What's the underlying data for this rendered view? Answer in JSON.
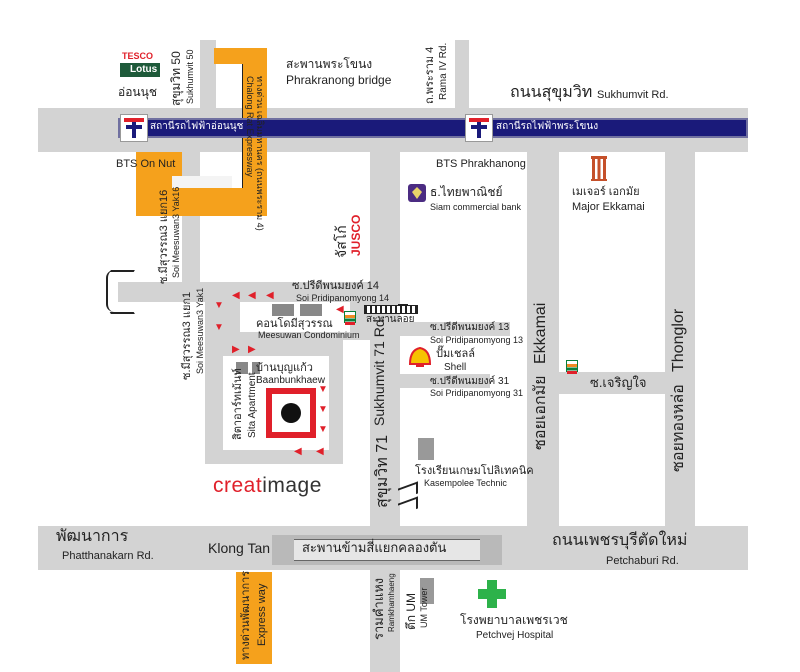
{
  "labels": {
    "tesco": "TESCO",
    "lotus": "Lotus",
    "on_nut_th": "อ่อนนุช",
    "sukhumvit50_th": "สุขุมวิท 50",
    "sukhumvit50_en": "Sukhumvit 50",
    "bridge_th": "สะพานพระโขนง",
    "bridge_en": "Phrakranong bridge",
    "rama4_th": "ถ.พระราม 4",
    "rama4_en": "Rama IV Rd.",
    "sukhumvit_rd_th": "ถนนสุขุมวิท",
    "sukhumvit_rd_en": "Sukhumvit Rd.",
    "bts_onnut_station_th": "สถานีรถไฟฟ้าอ่อนนุช",
    "bts_phrakhanong_station_th": "สถานีรถไฟฟ้าพระโขนง",
    "expressway_th": "ทางด่วน เฉลิมมหานคร (ถนนพระราม 4)",
    "expressway_en": "Chalong Rat Expressway",
    "bts_onnut": "BTS On Nut",
    "bts_phrakhanong": "BTS Phrakhanong",
    "scb_th": "ธ.ไทยพาณิชย์",
    "scb_en": "Siam commercial bank",
    "major_th": "เมเจอร์ เอกมัย",
    "major_en": "Major Ekkamai",
    "jusco_th": "จัสโก้",
    "jusco_en": "JUSCO",
    "soi16_th": "ซ.มีสุวรรณ3 แยก16",
    "soi16_en": "Soi Meesuwan3 Yak16",
    "pridi14_th": "ซ.ปรีดีพนมยงค์ 14",
    "pridi14_en": "Soi Pridipanomyong 14",
    "soi1_th": "ซ.มีสุวรรณ3 แยก1",
    "soi1_en": "Soi Meesuwan3 Yak1",
    "condo_th": "คอนโดมีสุวรรณ",
    "condo_en": "Meesuwan Condominium",
    "sala_th": "สะพานลอย",
    "pridi13_th": "ซ.ปรีดีพนมยงค์ 13",
    "pridi13_en": "Soi Pridipanomyong 13",
    "shell_th": "ปั๊มเชลล์",
    "shell_en": "Shell",
    "pridi31_th": "ซ.ปรีดีพนมยงค์ 31",
    "pridi31_en": "Soi Pridipanomyong 31",
    "baan_th": "บ้านบุญแก้ว",
    "baan_en": "Baanbunkhaew",
    "sita_th": "สิตาอาร์ทเม้นท์",
    "sita_en": "Sita Apartment",
    "sukhumvit71_th": "สุขุมวิท 71",
    "sukhumvit71_en": "Sukhumvit 71 Rd.",
    "ekkamai_th": "ซอยเอกมัย",
    "ekkamai_en": "Ekkamai",
    "thonglor_th": "ซอยทองหล่อ",
    "thonglor_en": "Thonglor",
    "charoenjai_th": "ซ.เจริญใจ",
    "creat": "creat",
    "image": "image",
    "kasem_th": "โรงเรียนเกษมโปลิเทคนิค",
    "kasem_en": "Kasempolee Technic",
    "phatthanakarn_th": "พัฒนาการ",
    "phatthanakarn_en": "Phatthanakarn Rd.",
    "klongtan": "Klong Tan",
    "bridge_klongtan_th": "สะพานข้ามสี่แยกคลองตัน",
    "petchaburi_th": "ถนนเพชรบุรีตัดใหม่",
    "petchaburi_en": "Petchaburi Rd.",
    "ramkhamhaeng_th": "รามคำแหง",
    "ramkhamhaeng_en": "Ramkhamhaeng",
    "um_th": "ตึก UM",
    "um_en": "UM Tower",
    "petchvej_th": "โรงพยาบาลเพชรเวช",
    "petchvej_en": "Petchvej Hospital",
    "exp2_th": "ทางด่วนพัฒนาการ",
    "exp2_en": "Express way"
  },
  "colors": {
    "road": "#d3d3d3",
    "bts": "#1a1a7a",
    "expressway": "#f5a11c",
    "accent_red": "#e0202a",
    "hospital_green": "#2db24a"
  }
}
